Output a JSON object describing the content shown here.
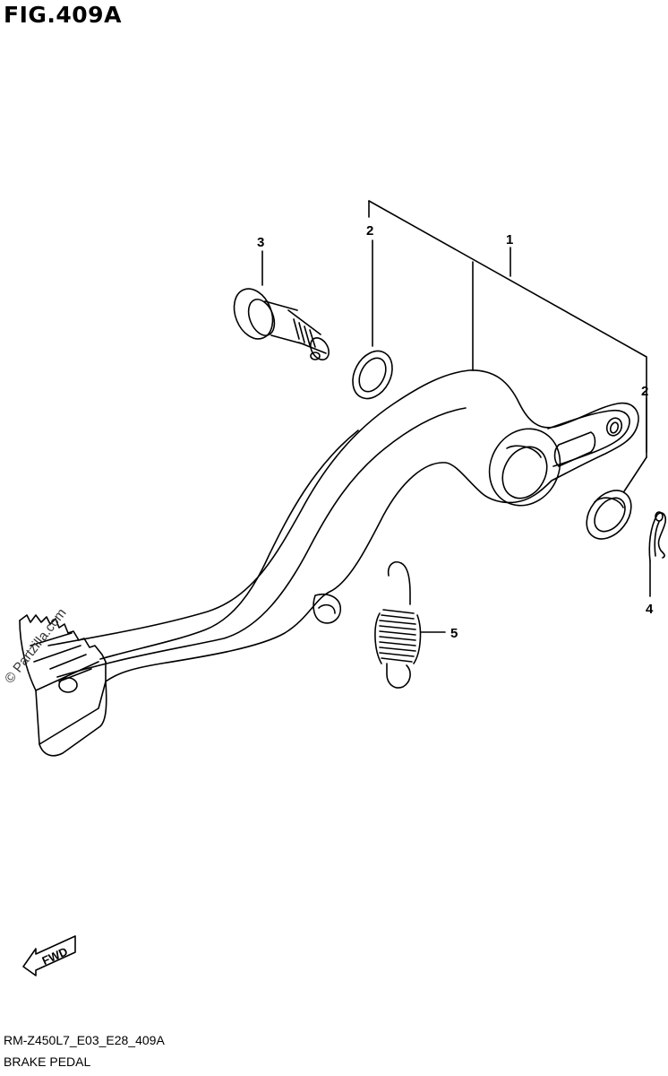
{
  "figure": {
    "title": "FIG.409A",
    "code": "RM-Z450L7_E03_E28_409A",
    "name": "BRAKE PEDAL",
    "watermark": "© Partzilla.com",
    "fwd_label": "FWD"
  },
  "callouts": [
    {
      "id": "c1",
      "number": "1"
    },
    {
      "id": "c2a",
      "number": "2"
    },
    {
      "id": "c2b",
      "number": "2"
    },
    {
      "id": "c3",
      "number": "3"
    },
    {
      "id": "c4",
      "number": "4"
    },
    {
      "id": "c5",
      "number": "5"
    }
  ]
}
